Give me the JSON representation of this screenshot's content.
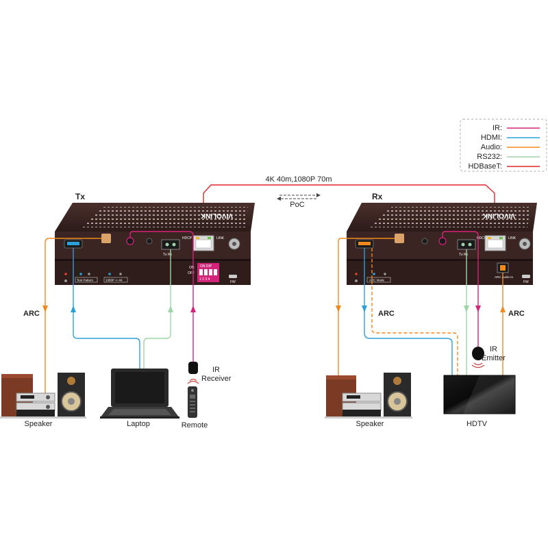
{
  "legend": {
    "items": [
      {
        "label": "IR:",
        "color": "#d6237a"
      },
      {
        "label": "HDMI:",
        "color": "#2a9fd8"
      },
      {
        "label": "Audio:",
        "color": "#f08a1c"
      },
      {
        "label": "RS232:",
        "color": "#9fd4a8"
      },
      {
        "label": "HDBaseT:",
        "color": "#e0262b"
      }
    ]
  },
  "link": {
    "distance_label": "4K 40m,1080P 70m",
    "poc_label": "PoC"
  },
  "tx": {
    "title": "Tx",
    "brand": "VIVOLINK",
    "hdcp": "HDCP",
    "link": "LINK",
    "tx_rx": "Tx  Rx",
    "dip_on": "ON",
    "dip_off": "OFF",
    "dip_title": "ON DIP",
    "dip_numbers": "1 2 3 4",
    "test_pattern": "Test Pattern",
    "scale": "1080P ⇒ 4K",
    "fw": "FW"
  },
  "rx": {
    "title": "Rx",
    "brand": "VIVOLINK",
    "hdcp": "HDCP",
    "link": "LINK",
    "tx_rx": "Tx  Rx",
    "arc_mode": "ARC Mode",
    "arc_audio_in": "ARC\nAudio In",
    "fw": "FW"
  },
  "labels": {
    "arc_left": "ARC",
    "arc_right1": "ARC",
    "arc_right2": "ARC",
    "ir_receiver_line1": "IR",
    "ir_receiver_line2": "Receiver",
    "ir_emitter_line1": "IR",
    "ir_emitter_line2": "Emitter"
  },
  "devices": {
    "speaker_left": "Speaker",
    "laptop": "Laptop",
    "remote": "Remote",
    "speaker_right": "Speaker",
    "hdtv": "HDTV"
  }
}
